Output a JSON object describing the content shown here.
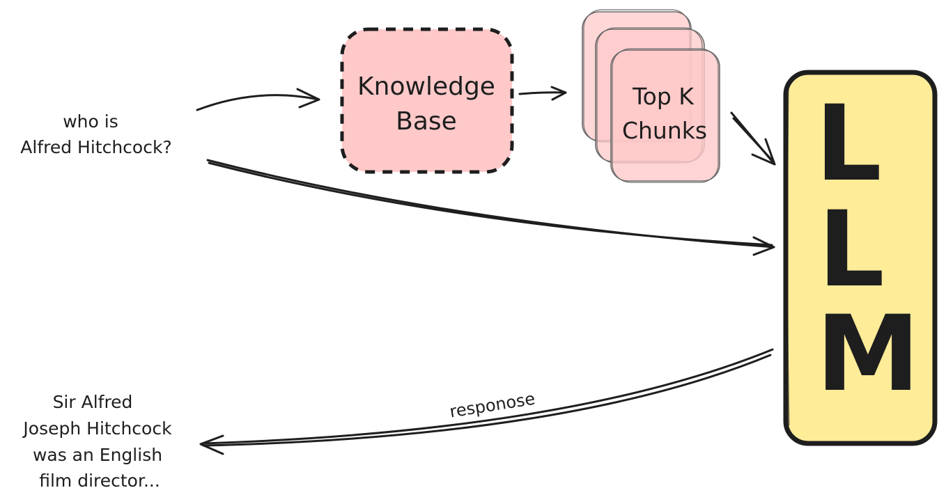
{
  "question": {
    "lines": [
      "who is",
      "Alfred Hitchcock?"
    ]
  },
  "knowledge_base": {
    "lines": [
      "Knowledge",
      "Base"
    ],
    "fill": "#ffc9c9",
    "stroke": "#1e1e1e"
  },
  "top_k": {
    "lines": [
      "Top K",
      "Chunks"
    ],
    "fill": "#ffc9c9"
  },
  "llm": {
    "letters": [
      "L",
      "L",
      "M"
    ],
    "fill": "#ffec99",
    "stroke": "#1e1e1e"
  },
  "response_label": "responose",
  "answer": {
    "lines": [
      "Sir Alfred",
      "Joseph Hitchcock",
      "was an English",
      "film director..."
    ]
  },
  "colors": {
    "ink": "#1e1e1e",
    "pink": "#ffc9c9",
    "yellow": "#ffec99"
  }
}
